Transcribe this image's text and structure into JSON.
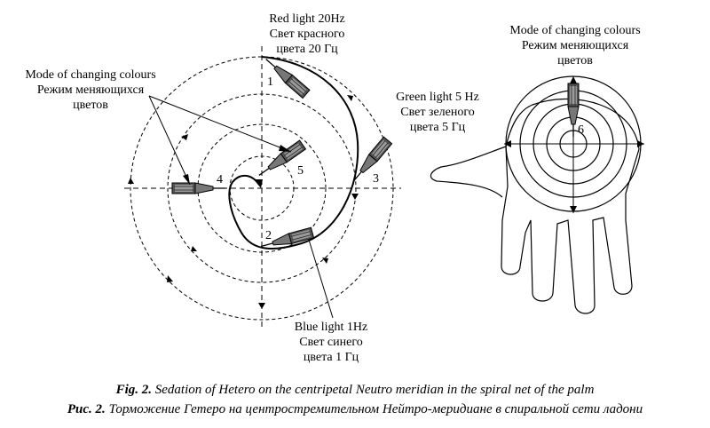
{
  "labels": {
    "red": [
      "Red light 20Hz",
      "Свет красного",
      "цвета 20 Гц"
    ],
    "green": [
      "Green light 5 Hz",
      "Свет зеленого",
      "цвета 5 Гц"
    ],
    "blue": [
      "Blue light 1Hz",
      "Свет синего",
      "цвета 1 Гц"
    ],
    "mode_left": [
      "Mode of changing colours",
      "Режим меняющихся",
      "цветов"
    ],
    "mode_right": [
      "Mode of changing colours",
      "Режим меняющихся",
      "цветов"
    ]
  },
  "points": [
    "1",
    "2",
    "3",
    "4",
    "5",
    "6"
  ],
  "caption": {
    "en_prefix": "Fig. 2.",
    "en_text": "Sedation of Hetero on the centripetal Neutro meridian in the spiral net of the palm",
    "ru_prefix": "Рис. 2.",
    "ru_text": "Торможение Гетеро на центростремительном Нейтро-меридиане в спиральной сети ладони"
  }
}
